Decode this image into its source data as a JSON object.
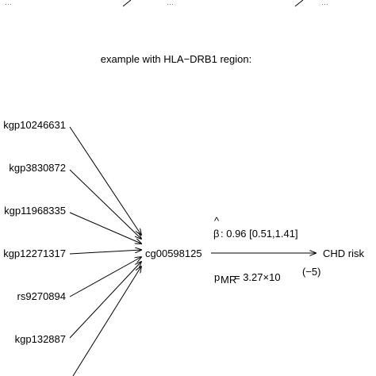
{
  "top_fragments": [
    "…",
    "…",
    "…"
  ],
  "subtitle": "example with HLA−DRB1 region:",
  "snps": [
    "kgp10246631",
    "kgp3830872",
    "kgp11968335",
    "kgp12271317",
    "rs9270894",
    "kgp132887"
  ],
  "cpg": "cg00598125",
  "outcome": "CHD risk",
  "beta": {
    "symbol": "β",
    "hat": "^",
    "text": ": 0.96 [0.51,1.41]"
  },
  "pvalue": {
    "p": "p",
    "sub": "MR",
    "eq": " = 3.27×10",
    "exp": "(−5)"
  },
  "colors": {
    "ink": "#000000",
    "background": "#ffffff"
  }
}
